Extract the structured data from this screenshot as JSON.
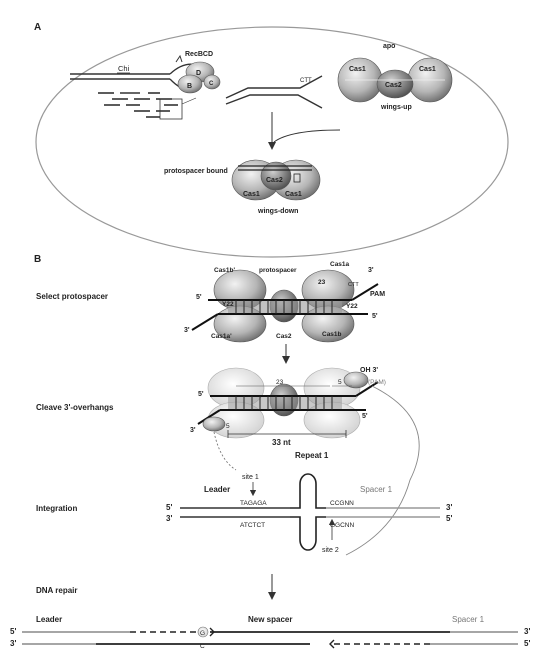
{
  "panel_a": {
    "label": "A",
    "chi": "Chi",
    "recbcd": "RecBCD",
    "recbcd_subunits": {
      "d": "D",
      "b": "B",
      "c": "C"
    },
    "ctt": "CTT",
    "apo": "apo",
    "apo_subunits": [
      "Cas1",
      "Cas2",
      "Cas1"
    ],
    "wings_up": "wings-up",
    "protospacer_bound": "protospacer bound",
    "bound_subunits": {
      "cas2": "Cas2",
      "cas1_left": "Cas1",
      "cas1_right": "Cas1"
    },
    "wings_down": "wings-down"
  },
  "panel_b": {
    "label": "B",
    "steps": {
      "select": "Select protospacer",
      "cleave": "Cleave 3'-overhangs",
      "integration": "Integration",
      "repair": "DNA repair"
    },
    "select": {
      "cas1b_prime": "Cas1b'",
      "protospacer": "protospacer",
      "cas1a": "Cas1a",
      "num_23": "23",
      "three_prime_top": "3'",
      "ctt": "CTT",
      "five_prime_left": "5'",
      "y22_left": "Y22",
      "y22_right": "Y22",
      "pam": "PAM",
      "five_prime_right": "5'",
      "three_prime_left": "3'",
      "cas1a_prime": "Cas1a'",
      "cas2": "Cas2",
      "cas1b": "Cas1b"
    },
    "cleave": {
      "num_23": "23",
      "num_5": "5",
      "oh3": "OH 3'",
      "pam": "(PAM)",
      "five_prime_left": "5'",
      "three_prime_left": "3'",
      "five_prime_right": "5'",
      "num_5_left": "5",
      "nt33": "33 nt"
    },
    "integration": {
      "repeat": "Repeat 1",
      "leader": "Leader",
      "spacer": "Spacer 1",
      "site1": "site 1",
      "site2": "site 2",
      "seq_top_left": "TAGAGA",
      "seq_bottom_left": "ATCTCT",
      "seq_top_right": "CCGNN",
      "seq_bottom_right": "GGCNN",
      "five_prime_left": "5'",
      "three_prime_left": "3'",
      "three_prime_right": "3'",
      "five_prime_right": "5'"
    },
    "repair": {
      "leader": "Leader",
      "new_spacer": "New spacer",
      "spacer": "Spacer 1",
      "five_prime_left": "5'",
      "three_prime_left": "3'",
      "three_prime_right": "3'",
      "five_prime_right": "5'",
      "g": "G",
      "c": "C"
    }
  }
}
